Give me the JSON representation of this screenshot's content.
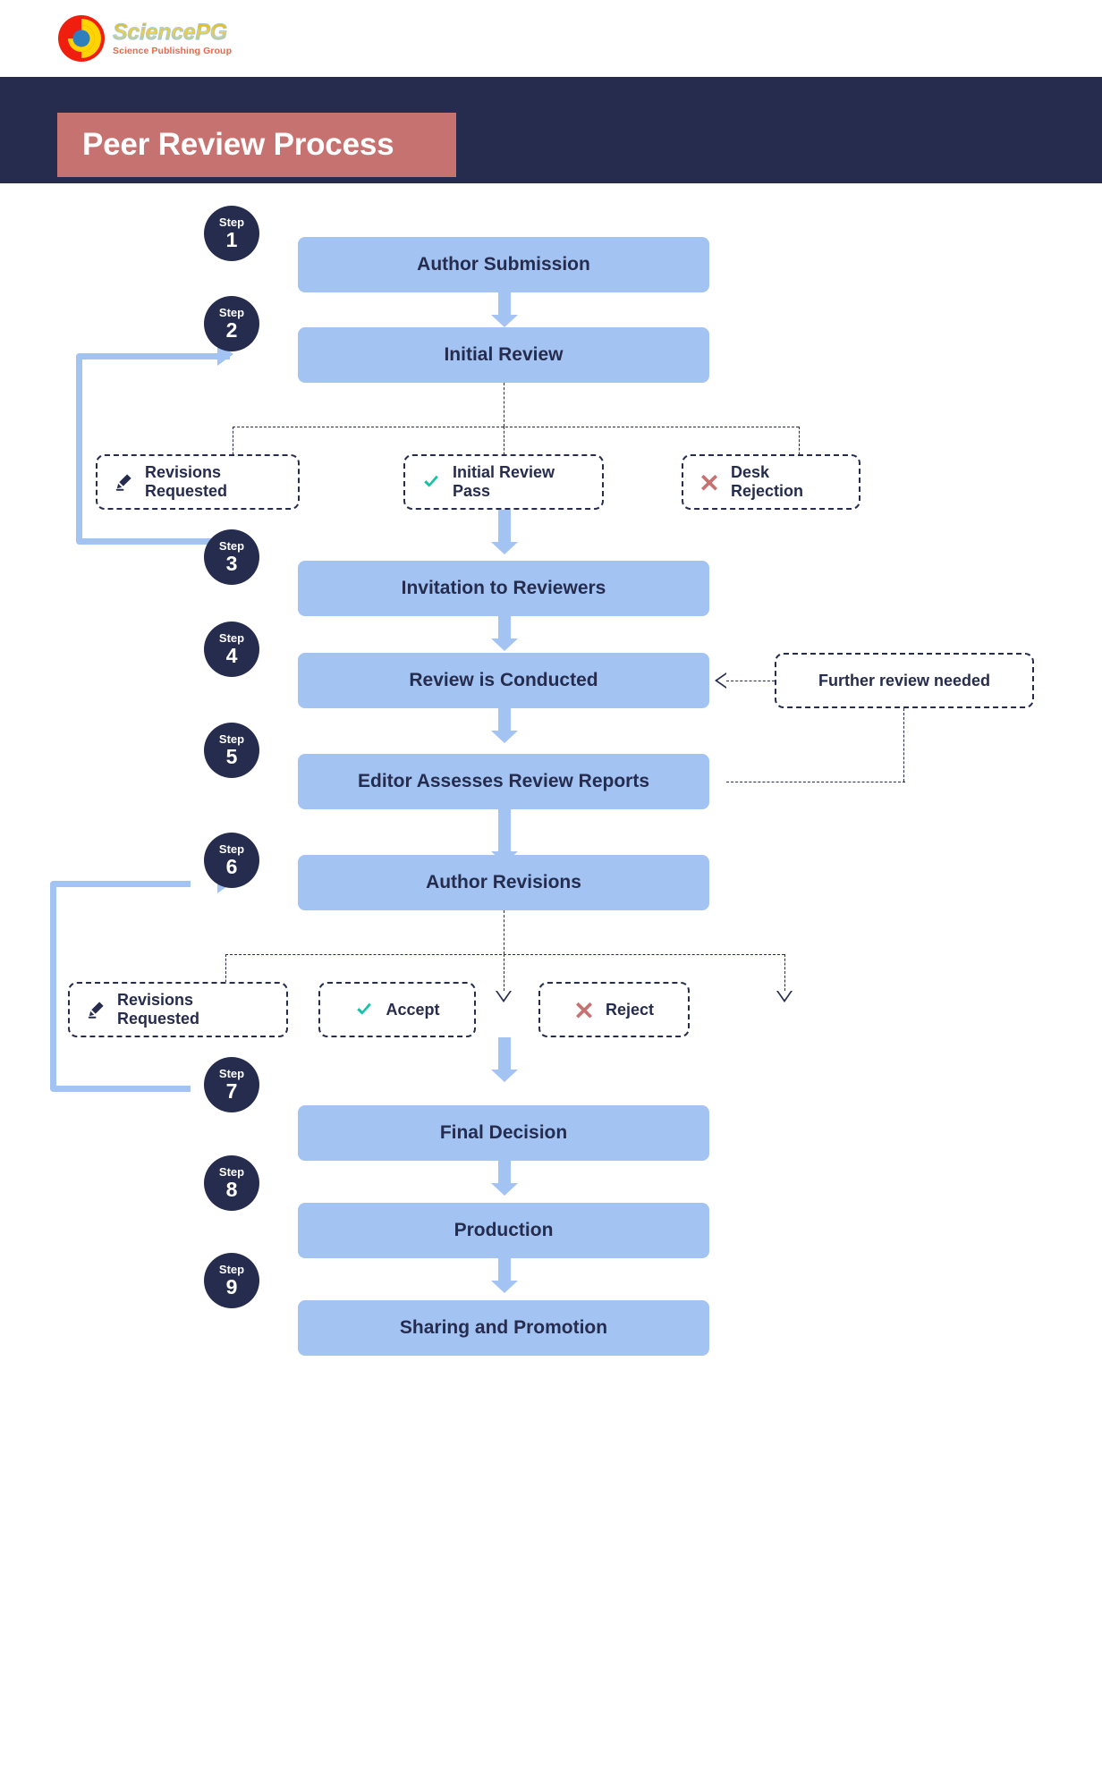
{
  "brand": {
    "logo_title": "SciencePG",
    "logo_sub": "Science Publishing Group",
    "logo_icon": "sciencepg-circular-logo"
  },
  "header": {
    "title": "Peer Review Process",
    "band_color": "#262c4e",
    "banner_color": "#c67270"
  },
  "colors": {
    "step_box": "#a3c4f3",
    "badge": "#262c4e",
    "accent_check": "#17c3a8",
    "accent_x": "#c67270",
    "text": "#262c4e"
  },
  "step_word": "Step",
  "steps": [
    {
      "num": "1",
      "label": "Author Submission"
    },
    {
      "num": "2",
      "label": "Initial Review"
    },
    {
      "num": "3",
      "label": "Invitation to Reviewers"
    },
    {
      "num": "4",
      "label": "Review is Conducted"
    },
    {
      "num": "5",
      "label": "Editor Assesses Review Reports"
    },
    {
      "num": "6",
      "label": "Author Revisions"
    },
    {
      "num": "7",
      "label": "Final Decision"
    },
    {
      "num": "8",
      "label": "Production"
    },
    {
      "num": "9",
      "label": "Sharing and Promotion"
    }
  ],
  "branch_one": [
    {
      "label": "Revisions Requested",
      "icon": "pencil-icon"
    },
    {
      "label": "Initial Review Pass",
      "icon": "check-icon"
    },
    {
      "label": "Desk Rejection",
      "icon": "cross-icon"
    }
  ],
  "branch_two": [
    {
      "label": "Revisions Requested",
      "icon": "pencil-icon"
    },
    {
      "label": "Accept",
      "icon": "check-icon"
    },
    {
      "label": "Reject",
      "icon": "cross-icon"
    }
  ],
  "side_note": {
    "label": "Further review needed"
  }
}
